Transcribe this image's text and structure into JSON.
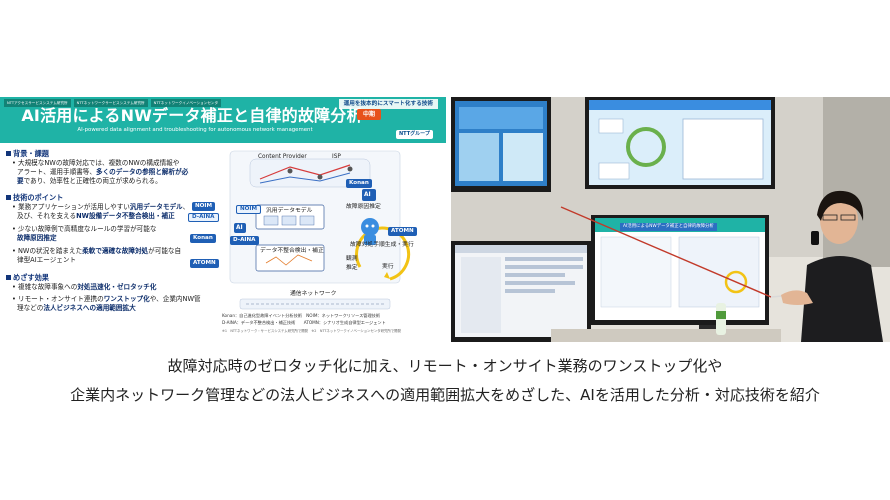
{
  "poster": {
    "header_tags": [
      "NTTアクセスサービスシステム研究所",
      "NTTネットワークサービスシステム研究所",
      "NTTネットワークイノベーションセンタ"
    ],
    "tagline": "運用を抜本的にスマート化する技術",
    "title": "AI活用によるNWデータ補正と自律的故障分析",
    "badge": "中期",
    "subtitle": "AI-powered data alignment and troubleshooting for autonomous network management",
    "logo": "NTTグループ",
    "sections": {
      "background_title": "背景・課題",
      "background_lines": [
        {
          "plain": "大規模なNWの故障対応では、複数のNWの構成情報や",
          "bold": ""
        },
        {
          "plain": "アラート、運用手順書等、",
          "bold": "多くのデータの参照と解析が必"
        },
        {
          "plain": "",
          "bold": "要",
          "plain_after": "であり、効率性と正確性の両立が求められる。"
        }
      ],
      "points_title": "技術のポイント",
      "points": [
        {
          "plain1": "業務アプリケーションが活用しやすい",
          "bold1": "汎用データモデル",
          "plain2": "、"
        },
        {
          "plain1": "及び、それを支える",
          "bold1": "NW設備データ不整合検出・補正",
          "plain2": ""
        },
        {
          "plain1": "少ない故障例で高精度なルールの学習が可能な",
          "bold1": "",
          "plain2": ""
        },
        {
          "plain1": "",
          "bold1": "故障原因推定",
          "plain2": ""
        },
        {
          "plain1": "NWの状況を踏まえた",
          "bold1": "柔軟で適確な故障対処",
          "plain2": "が可能な自"
        },
        {
          "plain1": "律型AIエージェント",
          "bold1": "",
          "plain2": ""
        }
      ],
      "point_tags": [
        "NOIM",
        "D-AINA",
        "Konan",
        "ATOMN"
      ],
      "effects_title": "めざす効果",
      "effects": [
        {
          "plain1": "複雑な故障事象への",
          "bold1": "対処迅速化・ゼロタッチ化",
          "plain2": ""
        },
        {
          "plain1": "リモート・オンサイト連携の",
          "bold1": "ワンストップ化",
          "plain2": "や、企業内NW管"
        },
        {
          "plain1": "理などの",
          "bold1": "法人ビジネスへの適用範囲拡大",
          "plain2": ""
        }
      ]
    },
    "diagram": {
      "content_provider": "Content Provider",
      "isp": "ISP",
      "konan": "Konan",
      "noim": "NOIM",
      "atomn": "ATOMN",
      "d_aina": "D-AINA",
      "ai": "AI",
      "generic_model": "汎用データモデル",
      "cause_estimation": "故障原因推定",
      "procedure": "故障対処手順生成・実行",
      "inconsistency": "データ不整合検出・補正",
      "observe": "観測",
      "estimate": "推定",
      "execute": "実行",
      "comm_network": "通信ネットワーク",
      "legend": [
        "Konan：自己進化型故障イベント分析技術　NOIM：ネットワークリソース管理技術",
        "D-AINA：データ不整合検出・補正技術　　ATOMN：シナリオ生成自律型エージェント"
      ],
      "footnote": "※1　NTTネットワーク・サービスシステム研究所で開発　※2　NTTネットワークイノベーションセンタ研究所で開発"
    }
  },
  "photo": {
    "overlay_title": "AI活用によるNWデータ補正と自律的故障分析"
  },
  "caption": {
    "line1": "故障対応時のゼロタッチ化に加え、リモート・オンサイト業務のワンストップ化や",
    "line2": "企業内ネットワーク管理などの法人ビジネスへの適用範囲拡大をめざした、AIを活用した分析・対応技術を紹介"
  },
  "colors": {
    "poster_header": "#1fb3a6",
    "section_title": "#12357a",
    "tag_blue": "#1f5fb5",
    "badge": "#e7511b"
  }
}
